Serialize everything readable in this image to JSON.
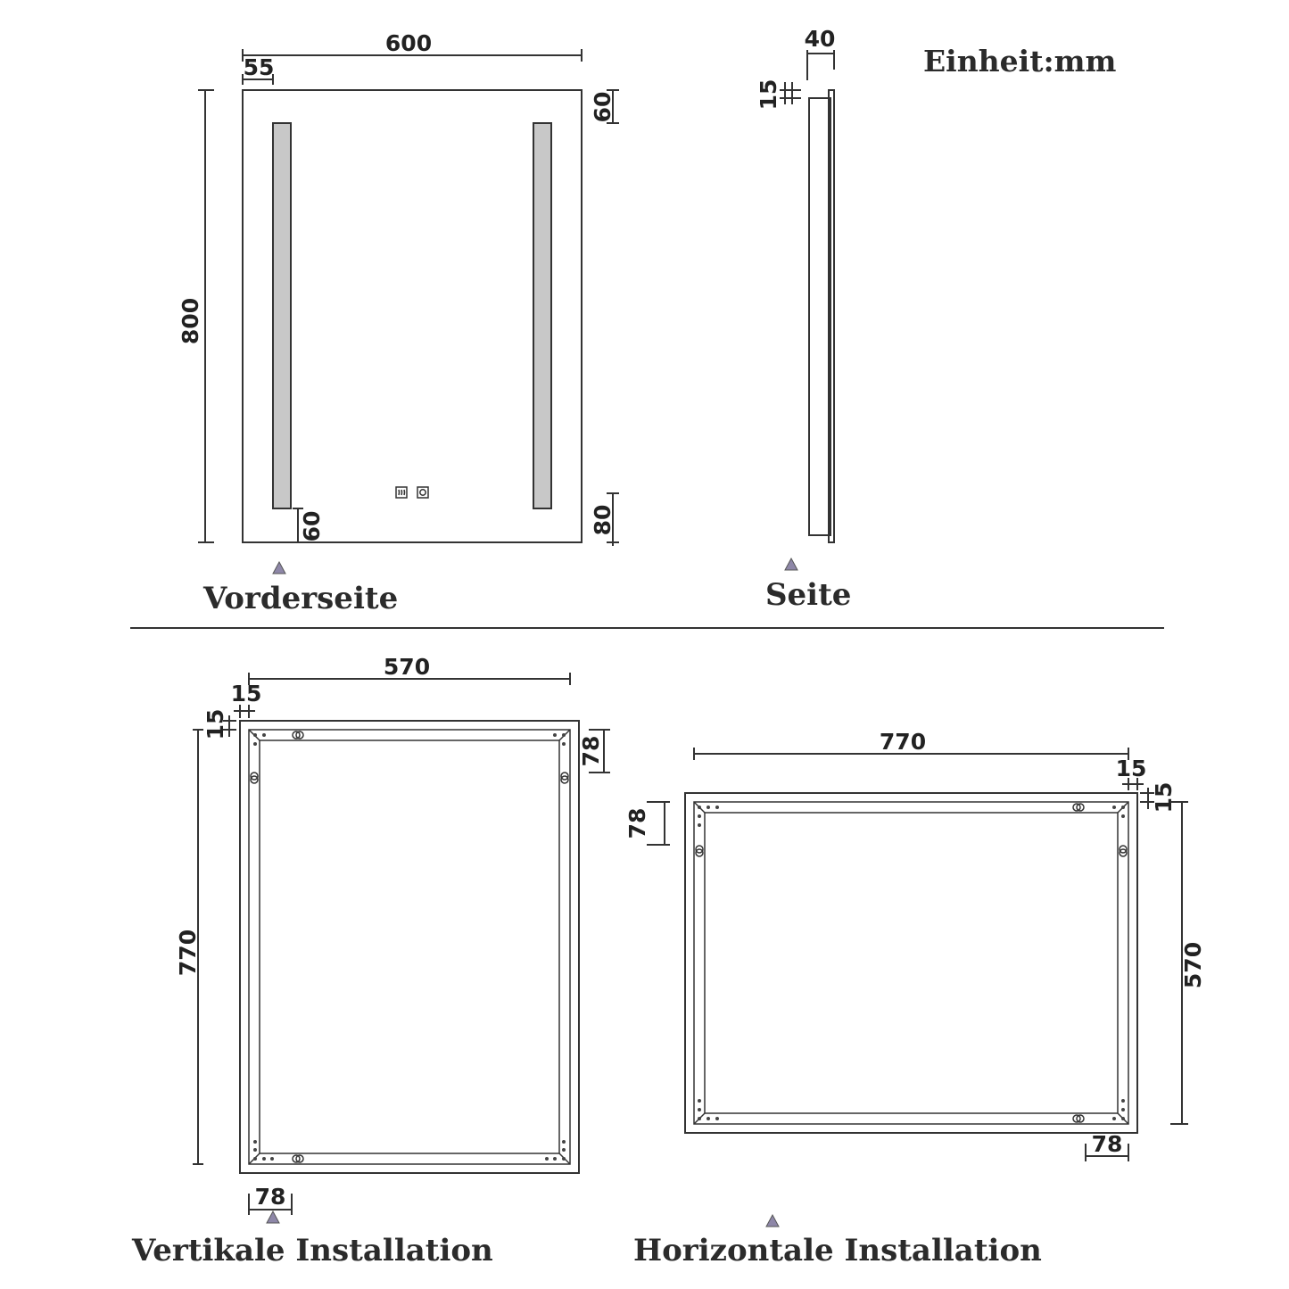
{
  "unit_label": "Einheit:mm",
  "colors": {
    "line": "#333333",
    "led_strip": "#c8c8c8",
    "marker": "#8e87a8",
    "text": "#2b2b2b"
  },
  "front_view": {
    "caption": "Vorderseite",
    "width": "600",
    "height": "800",
    "strip_offset_left": "55",
    "strip_offset_top": "60",
    "strip_offset_bottom_left": "60",
    "strip_offset_bottom_right": "80",
    "icons": [
      "defog-icon",
      "power-icon"
    ]
  },
  "side_view": {
    "caption": "Seite",
    "depth": "40",
    "edge": "15"
  },
  "vertical_install": {
    "caption": "Vertikale Installation",
    "width": "570",
    "height": "770",
    "inset_x": "15",
    "inset_y": "15",
    "bracket_right": "78",
    "bracket_bottom": "78"
  },
  "horizontal_install": {
    "caption": "Horizontale Installation",
    "width": "770",
    "height": "570",
    "inset_x": "15",
    "inset_y": "15",
    "bracket_left": "78",
    "bracket_bottom": "78"
  }
}
